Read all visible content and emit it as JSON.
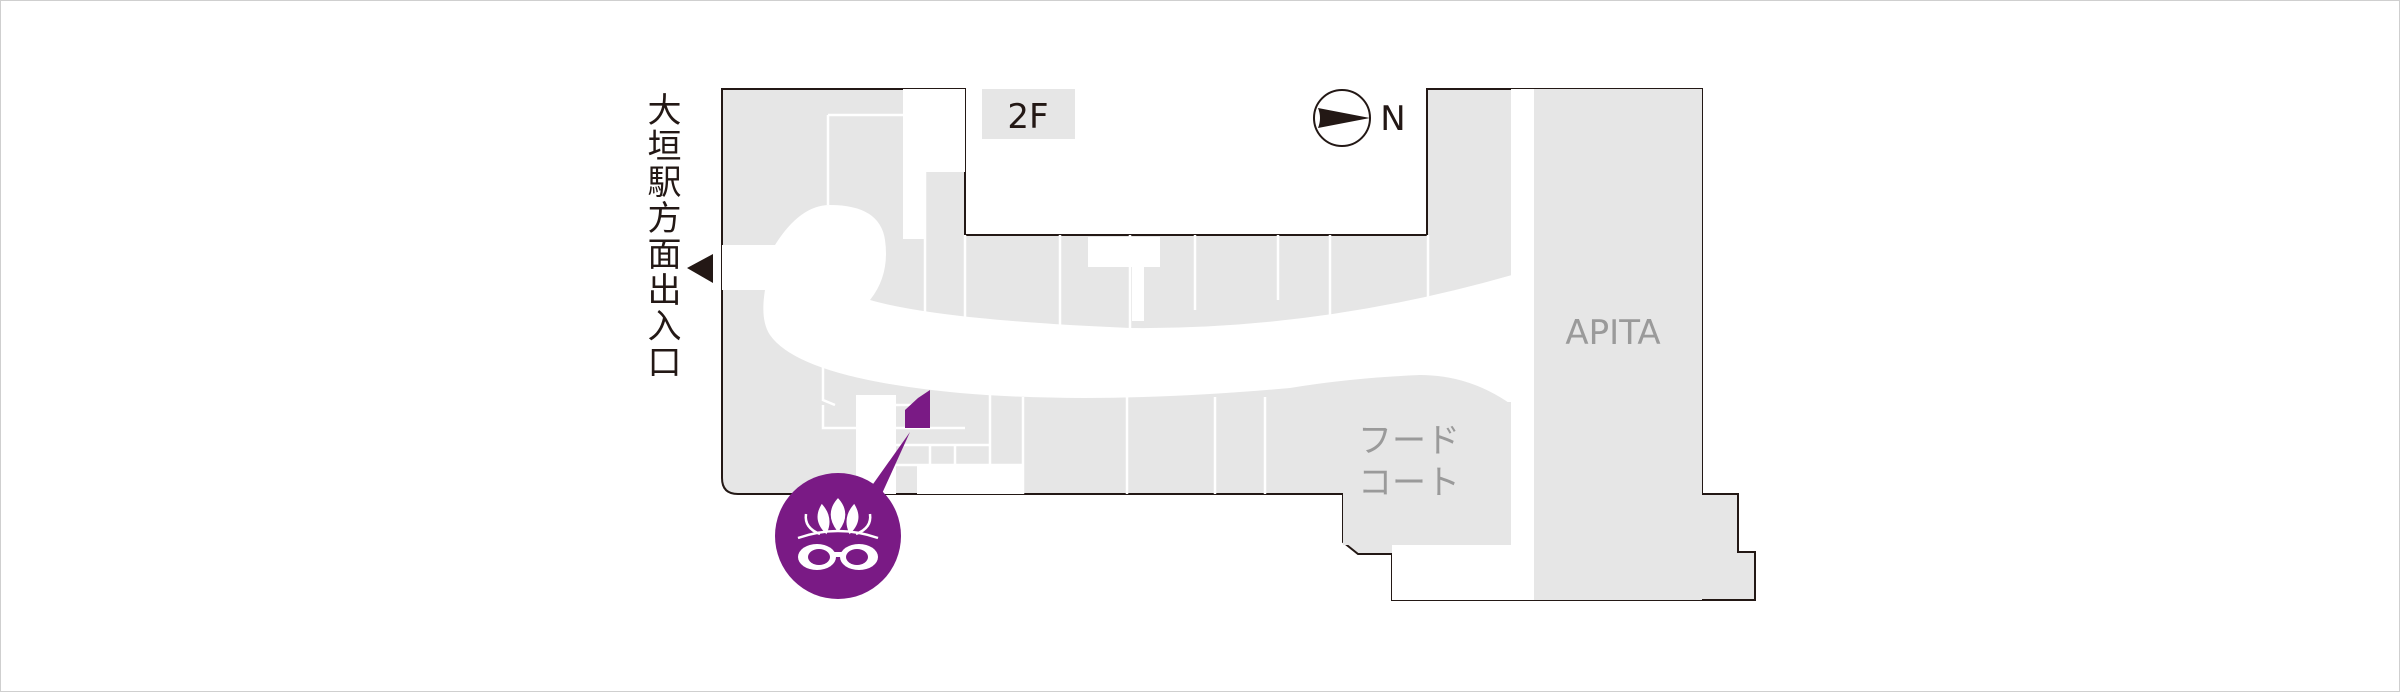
{
  "floor": {
    "label": "2F"
  },
  "compass": {
    "direction_label": "N",
    "icon": "north-arrow-icon"
  },
  "exit": {
    "label": "大垣駅方面出入口",
    "icon": "triangle-left-icon"
  },
  "areas": {
    "anchor_store": "APITA",
    "food_court": "フード\nコート"
  },
  "store": {
    "logo": "lotus-glasses-logo"
  },
  "colors": {
    "background": "#ffffff",
    "tenant_fill": "#e6e6e6",
    "outline": "#231815",
    "highlight": "#7a1a85",
    "label_gray": "#9a9a9a",
    "floor_badge": "#e6e6e6"
  }
}
